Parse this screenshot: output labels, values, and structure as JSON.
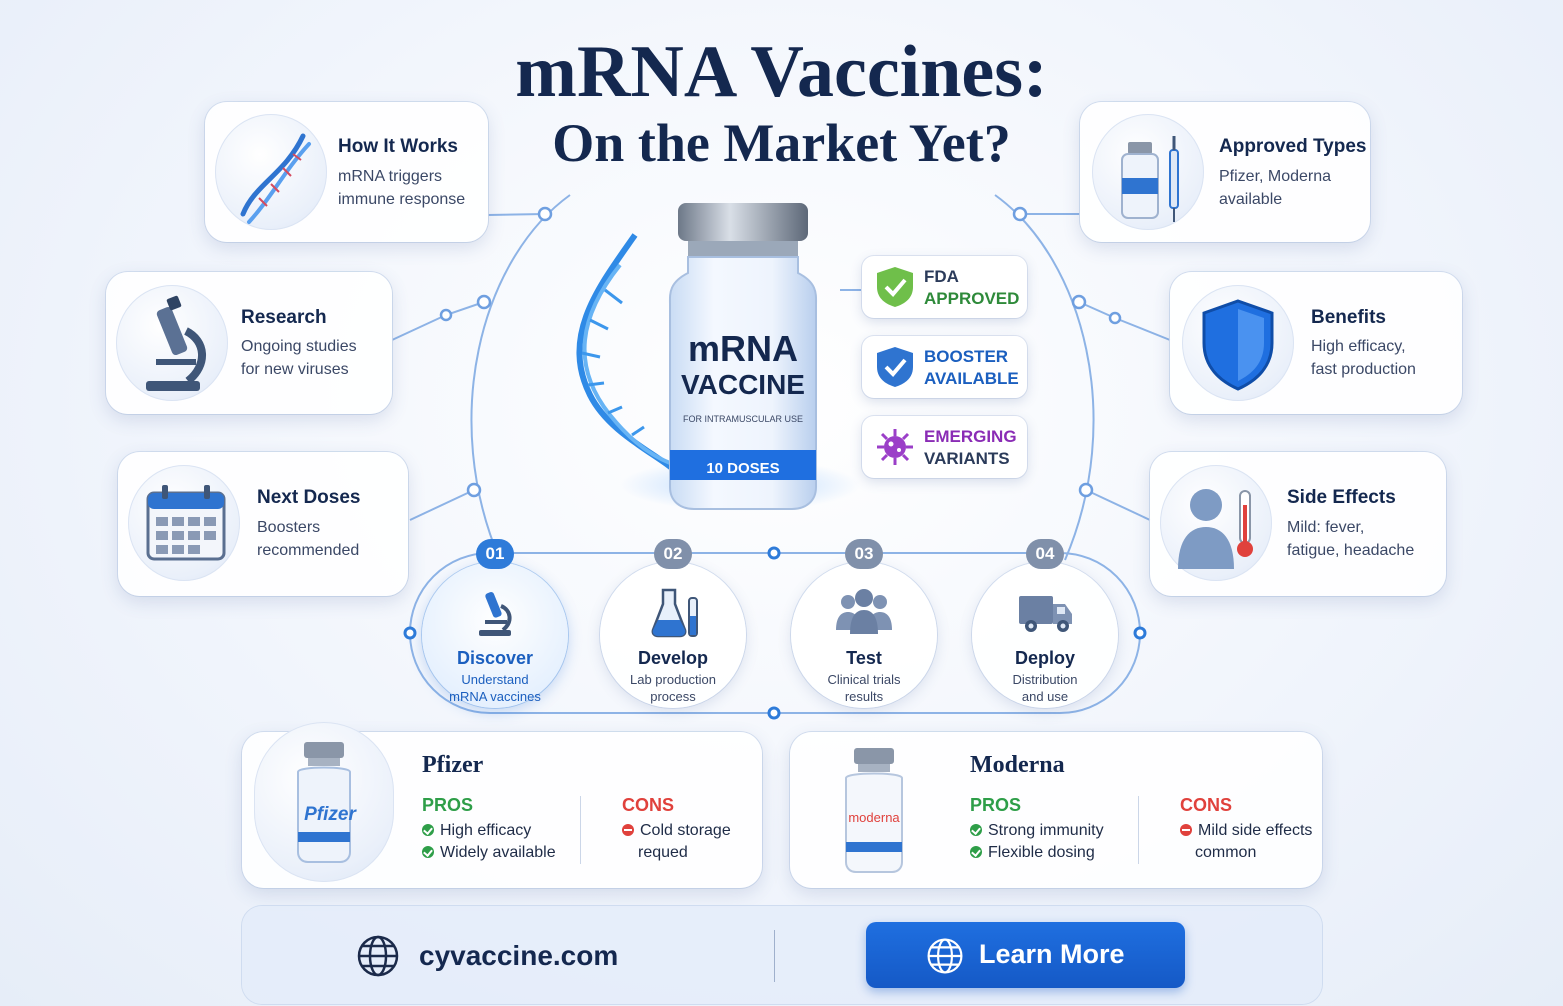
{
  "header": {
    "title": "mRNA Vaccines:",
    "subtitle": "On the Market Yet?"
  },
  "left_cards": [
    {
      "title": "How It Works",
      "desc": "mRNA triggers\nimmune response",
      "icon": "dna-icon"
    },
    {
      "title": "Research",
      "desc": "Ongoing studies\nfor new viruses",
      "icon": "microscope-icon"
    },
    {
      "title": "Next Doses",
      "desc": "Boosters\nrecommended",
      "icon": "calendar-icon"
    }
  ],
  "right_cards": [
    {
      "title": "Approved Types",
      "desc": "Pfizer, Moderna\navailable",
      "icon": "vial-syringe-icon"
    },
    {
      "title": "Benefits",
      "desc": "High efficacy,\nfast production",
      "icon": "shield-icon"
    },
    {
      "title": "Side Effects",
      "desc": "Mild: fever,\nfatigue, headache",
      "icon": "person-thermometer-icon"
    }
  ],
  "vial": {
    "line1": "mRNA",
    "line2": "VACCINE",
    "usage": "FOR INTRAMUSCULAR USE",
    "doses": "10 DOSES"
  },
  "badges": [
    {
      "line1": "FDA",
      "line2": "APPROVED",
      "color": "#2e8a3a",
      "icon": "shield-check-icon"
    },
    {
      "line1": "BOOSTER",
      "line2": "AVAILABLE",
      "color": "#1b5fbf",
      "icon": "shield-check-blue-icon"
    },
    {
      "line1": "EMERGING",
      "line2": "VARIANTS",
      "color": "#8a2cb5",
      "icon": "virus-icon"
    }
  ],
  "steps": [
    {
      "num": "01",
      "title": "Discover",
      "desc": "Understand\nmRNA vaccines",
      "icon": "microscope-icon"
    },
    {
      "num": "02",
      "title": "Develop",
      "desc": "Lab production\nprocess",
      "icon": "flask-icon"
    },
    {
      "num": "03",
      "title": "Test",
      "desc": "Clinical trials\nresults",
      "icon": "people-icon"
    },
    {
      "num": "04",
      "title": "Deploy",
      "desc": "Distribution\nand use",
      "icon": "truck-icon"
    }
  ],
  "brands": [
    {
      "name": "Pfizer",
      "label": "Pfizer",
      "pros_label": "PROS",
      "cons_label": "CONS",
      "pros": [
        "High efficacy",
        "Widely available"
      ],
      "cons": [
        "Cold storage",
        "requed"
      ]
    },
    {
      "name": "Moderna",
      "label": "moderna",
      "pros_label": "PROS",
      "cons_label": "CONS",
      "pros": [
        "Strong immunity",
        "Flexible dosing"
      ],
      "cons": [
        "Mild side effects",
        "common"
      ]
    }
  ],
  "footer": {
    "website": "cyvaccine.com",
    "cta": "Learn More",
    "icon": "globe-icon"
  },
  "colors": {
    "navy": "#14284f",
    "accent_blue": "#1559c6",
    "pros_green": "#2e9e48",
    "cons_red": "#e0413c"
  }
}
